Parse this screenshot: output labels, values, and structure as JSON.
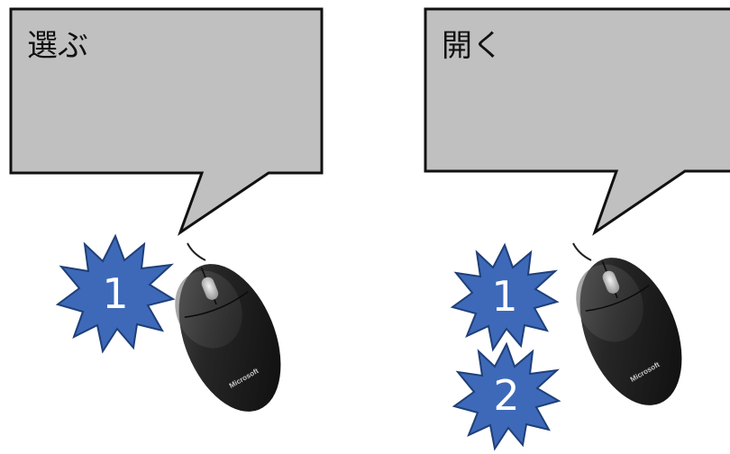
{
  "panels": [
    {
      "label": "選ぶ",
      "clicks": [
        "1"
      ]
    },
    {
      "label": "開く",
      "clicks": [
        "1",
        "2"
      ]
    }
  ],
  "mouse": {
    "brand": "Microsoft",
    "icon": "mouse-icon"
  },
  "colors": {
    "callout_fill": "#c0c0c0",
    "callout_stroke": "#111111",
    "burst_fill": "#3d69b8",
    "burst_stroke": "#1f3f78",
    "burst_text": "#ffffff",
    "mouse_body": "#1c1c1c"
  }
}
